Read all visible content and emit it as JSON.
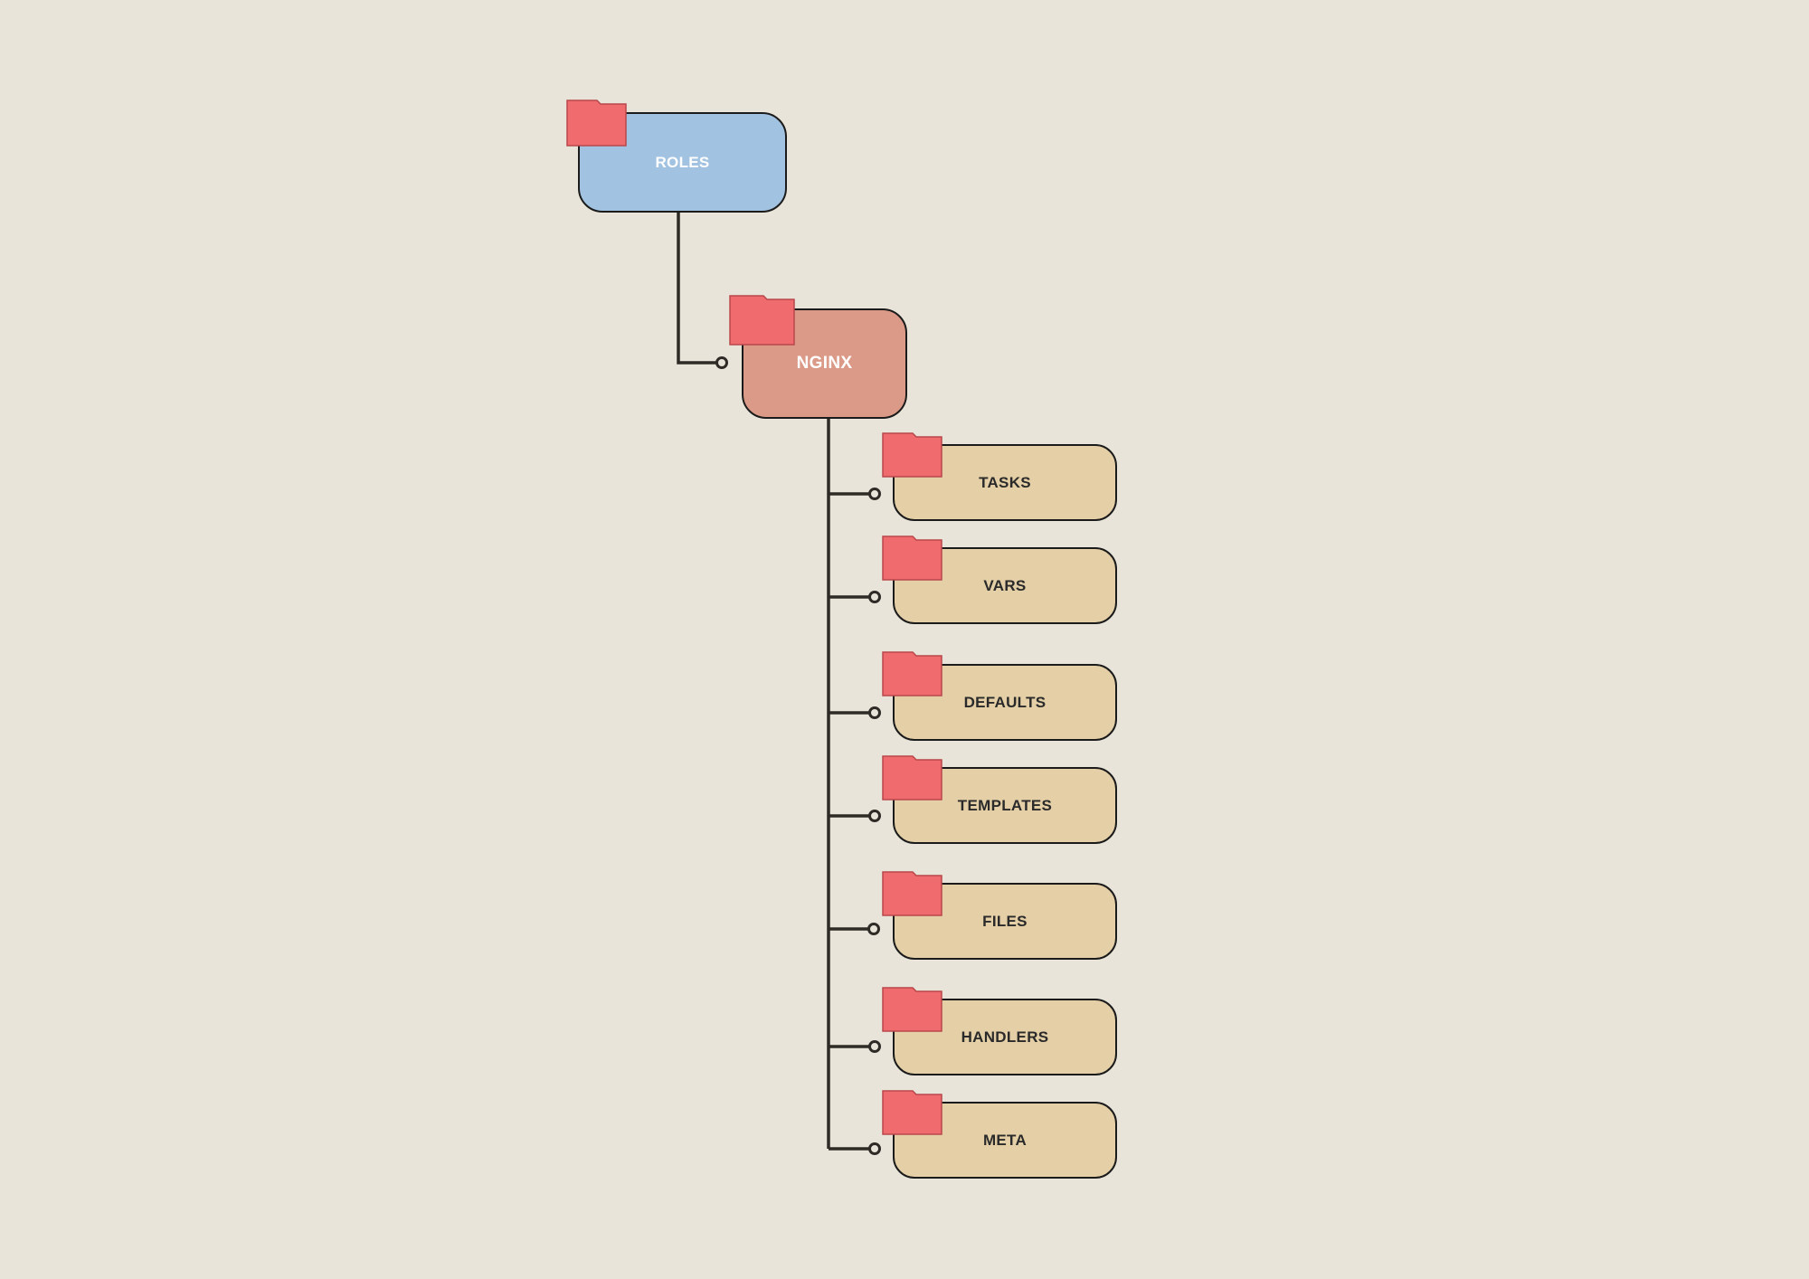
{
  "diagram": {
    "type": "folder-tree",
    "colors": {
      "background": "#e8e4d9",
      "roles_fill": "#a2c2e1",
      "nginx_fill": "#da9a87",
      "child_fill": "#e4cfa6",
      "folder_icon": "#f06b6e",
      "connector": "#2e2a26"
    },
    "root": {
      "label": "ROLES",
      "icon": "folder-icon",
      "children": [
        {
          "label": "NGINX",
          "icon": "folder-icon",
          "children": [
            {
              "label": "TASKS",
              "icon": "folder-icon"
            },
            {
              "label": "VARS",
              "icon": "folder-icon"
            },
            {
              "label": "DEFAULTS",
              "icon": "folder-icon"
            },
            {
              "label": "TEMPLATES",
              "icon": "folder-icon"
            },
            {
              "label": "FILES",
              "icon": "folder-icon"
            },
            {
              "label": "HANDLERS",
              "icon": "folder-icon"
            },
            {
              "label": "META",
              "icon": "folder-icon"
            }
          ]
        }
      ]
    }
  }
}
